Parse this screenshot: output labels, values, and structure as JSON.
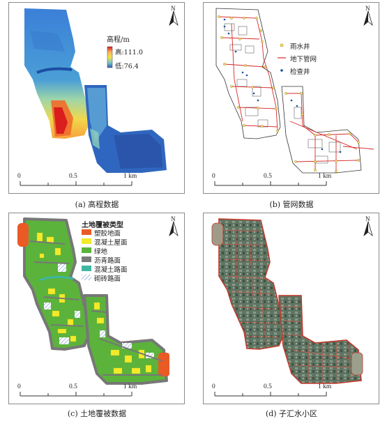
{
  "panels": {
    "a": {
      "caption": "(a) 高程数据",
      "legend": {
        "title": "高程/m",
        "high_label": "高:111.0",
        "low_label": "低:76.4"
      }
    },
    "b": {
      "caption": "(b) 管网数据",
      "legend": {
        "items": [
          {
            "label": "雨水井",
            "symbol": "circle-yellow",
            "color": "#e8c300"
          },
          {
            "label": "地下管网",
            "symbol": "line-red",
            "color": "#d62828"
          },
          {
            "label": "检查井",
            "symbol": "dot-blue",
            "color": "#1f4e9e"
          }
        ]
      }
    },
    "c": {
      "caption": "(c) 土地覆被数据",
      "legend": {
        "title": "土地覆被类型",
        "items": [
          {
            "label": "塑胶地面",
            "color": "#ea5a25"
          },
          {
            "label": "混凝土屋面",
            "color": "#f2ea2a"
          },
          {
            "label": "绿地",
            "color": "#5bb33b"
          },
          {
            "label": "沥青路面",
            "color": "#7a7a7a"
          },
          {
            "label": "混凝土路面",
            "color": "#3fb6a2"
          },
          {
            "label": "砌砖路面",
            "color": "#9fb7de"
          }
        ]
      }
    },
    "d": {
      "caption": "(d) 子汇水小区"
    }
  },
  "scale_bar": {
    "ticks": [
      "0",
      "0.5",
      "1 km"
    ]
  },
  "north_arrow": {
    "label": "N"
  },
  "colors": {
    "elevation_high": "#d7191c",
    "elevation_mid": "#f4e23f",
    "elevation_low": "#2b5fb8",
    "pipe": "#d62828",
    "rain_well": "#e8c300",
    "manhole": "#1f4e9e",
    "catchment_outline": "#c0392b"
  }
}
